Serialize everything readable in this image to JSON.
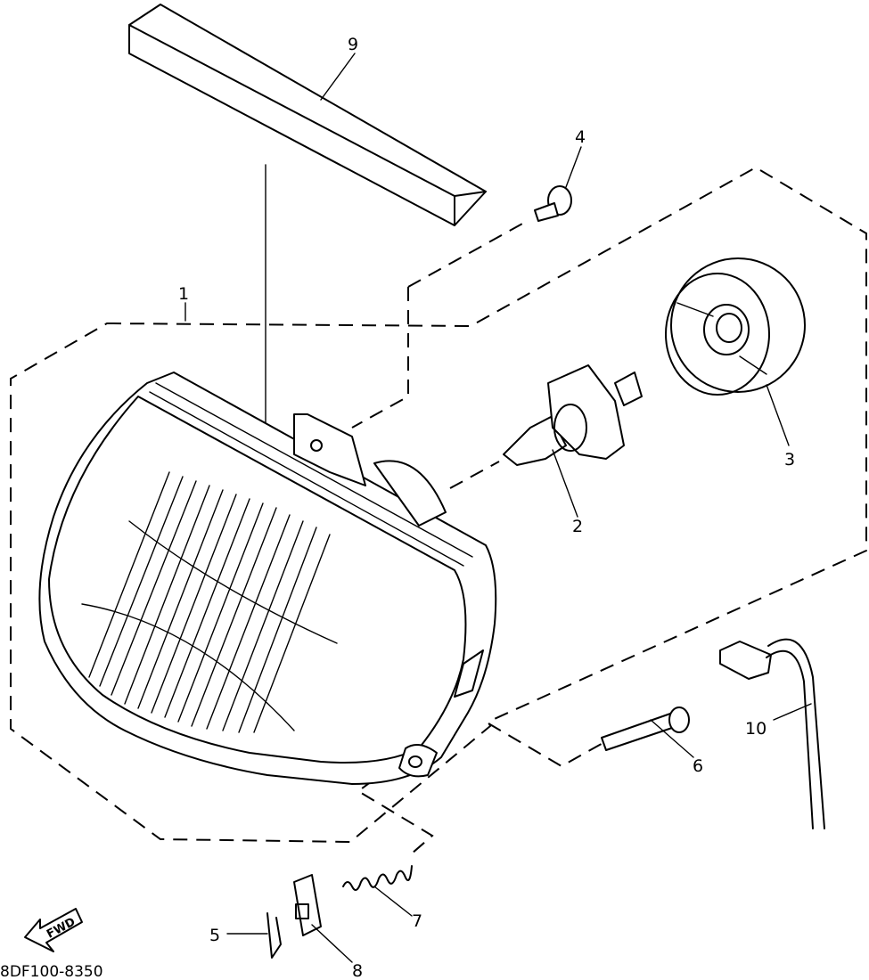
{
  "diagram_code": "8DF100-8350",
  "fwd_label": "FWD",
  "callouts": {
    "c1": "1",
    "c2": "2",
    "c3": "3",
    "c4": "4",
    "c5": "5",
    "c6": "6",
    "c7": "7",
    "c8": "8",
    "c9": "9",
    "c10": "10"
  }
}
